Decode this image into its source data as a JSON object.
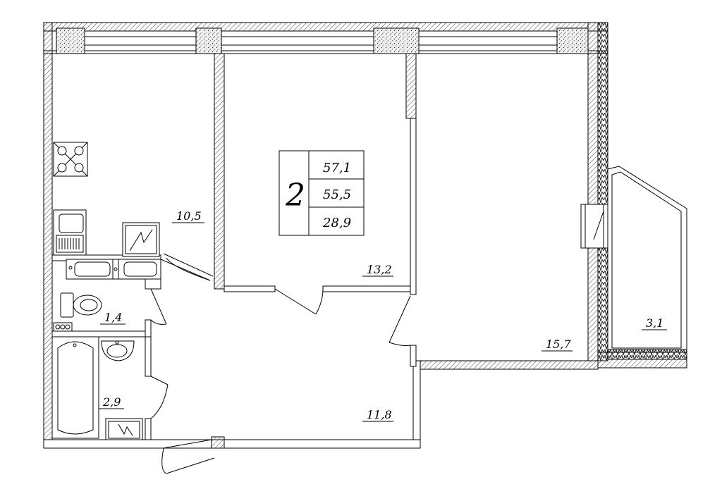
{
  "summary": {
    "rooms": "2",
    "total_area": "57,1",
    "living_area_incl": "55,5",
    "living_area": "28,9"
  },
  "rooms": {
    "kitchen": "10,5",
    "room_center": "13,2",
    "room_right": "15,7",
    "toilet": "1,4",
    "bathroom": "2,9",
    "hall": "11,8",
    "balcony": "3,1"
  },
  "colors": {
    "line": "#000000",
    "hatch": "#555555",
    "window_fill": "#d9d9d9"
  }
}
